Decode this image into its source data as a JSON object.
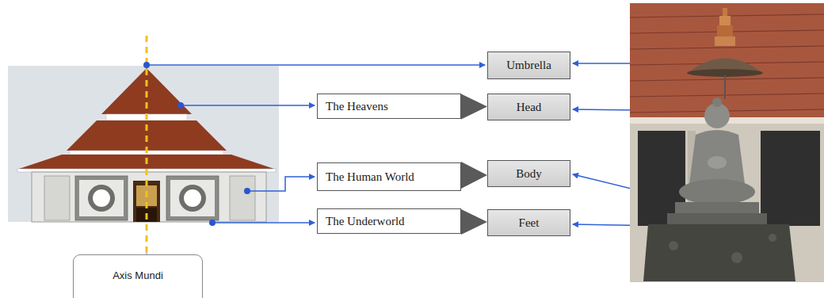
{
  "diagram": {
    "nodes": [
      {
        "text": [
          "Umbrella"
        ]
      },
      {
        "text": [
          "The Heavens"
        ]
      },
      {
        "text": [
          "Head"
        ]
      },
      {
        "text": [
          "The Human World"
        ]
      },
      {
        "text": [
          "Body"
        ]
      },
      {
        "text": [
          "The Underworld"
        ]
      },
      {
        "text": [
          "Feet"
        ]
      },
      {
        "text": [
          "Axis Mundi"
        ]
      }
    ],
    "edges": [
      {
        "from": 1,
        "to": 2,
        "arrow": "to"
      },
      {
        "from": 3,
        "to": 4,
        "arrow": "to"
      },
      {
        "from": 5,
        "to": 6,
        "arrow": "to"
      }
    ]
  }
}
